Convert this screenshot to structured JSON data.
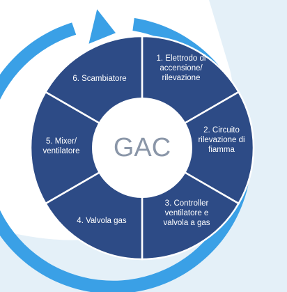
{
  "diagram": {
    "center": {
      "label": "GAC"
    },
    "segments": [
      {
        "id": "1",
        "lines": [
          "1. Elettrodo di",
          "accensione/",
          "rilevazione"
        ]
      },
      {
        "id": "2",
        "lines": [
          "2. Circuito",
          "rilevazione di",
          "fiamma"
        ]
      },
      {
        "id": "3",
        "lines": [
          "3. Controller",
          "ventilatore e",
          "valvola a gas"
        ]
      },
      {
        "id": "4",
        "lines": [
          "4. Valvola gas"
        ]
      },
      {
        "id": "5",
        "lines": [
          "5. Mixer/",
          "ventilatore"
        ]
      },
      {
        "id": "6",
        "lines": [
          "6. Scambiatore"
        ]
      }
    ],
    "colors": {
      "segment_fill": "#2d4b86",
      "segment_border": "#ffffff",
      "outer_arrow": "#3aa0e6",
      "background_tint": "#e4f0f8",
      "center_fill": "#ffffff",
      "center_text": "#8a96a8"
    }
  }
}
